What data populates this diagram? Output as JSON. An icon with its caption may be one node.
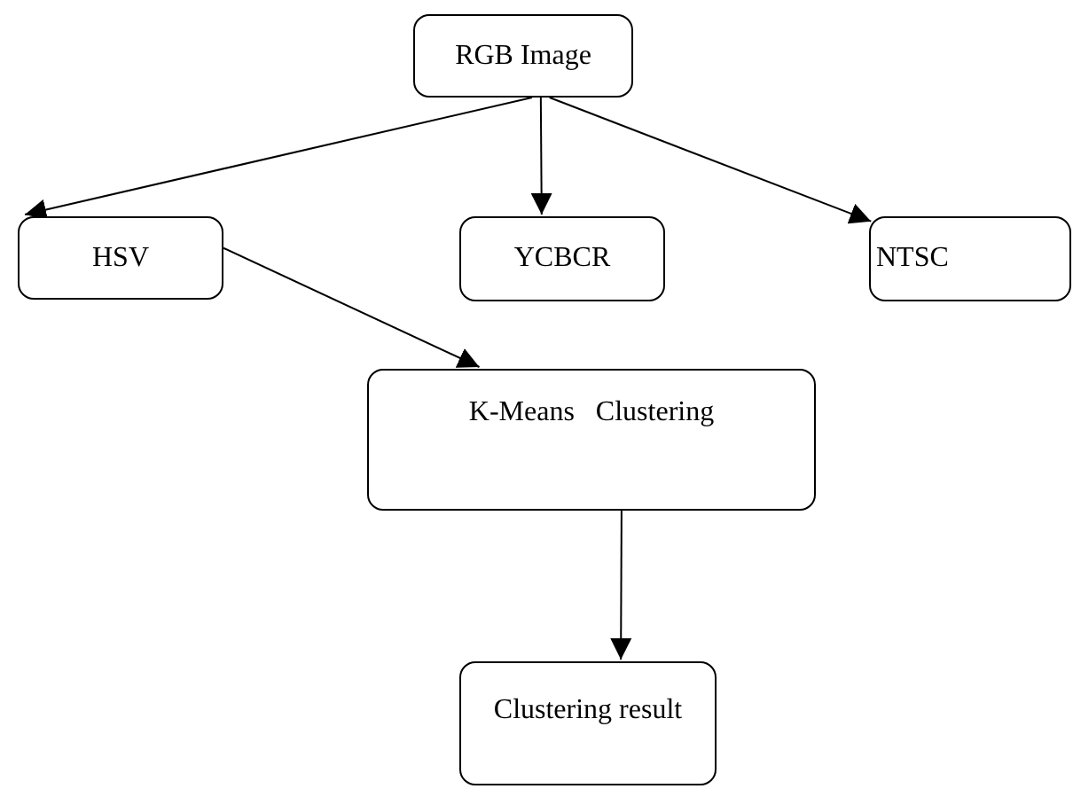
{
  "diagram": {
    "nodes": [
      {
        "text": [
          "RGB Image"
        ]
      },
      {
        "text": [
          "HSV"
        ]
      },
      {
        "text": [
          "YCBCR"
        ]
      },
      {
        "text": [
          "NTSC"
        ]
      },
      {
        "text": [
          "K-Means   Clustering"
        ]
      },
      {
        "text": [
          "Clustering result"
        ]
      }
    ],
    "edges": [
      {
        "from": 0,
        "to": 1,
        "arrow": "to"
      },
      {
        "from": 0,
        "to": 2,
        "arrow": "to"
      },
      {
        "from": 0,
        "to": 3,
        "arrow": "to"
      },
      {
        "from": 1,
        "to": 4,
        "arrow": "to"
      },
      {
        "from": 4,
        "to": 5,
        "arrow": "to"
      }
    ]
  }
}
